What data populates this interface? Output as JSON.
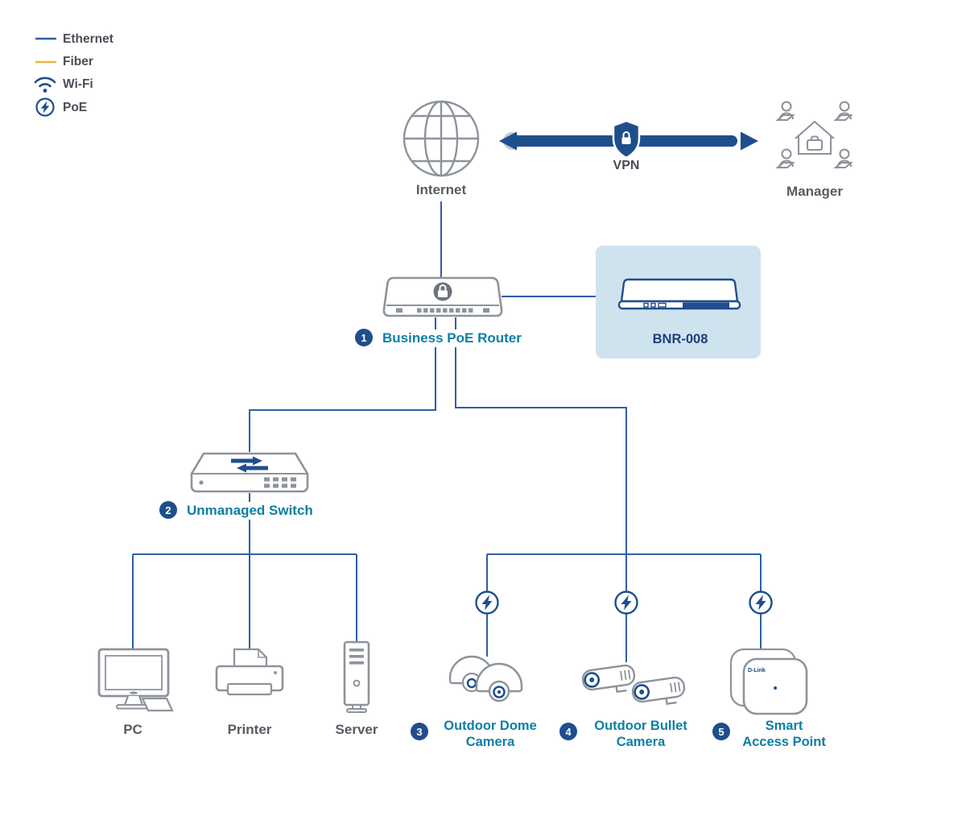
{
  "colors": {
    "ethernet_line": "#2e5fa7",
    "fiber_line": "#e7b93c",
    "accent_navy": "#1f4e8c",
    "label_teal": "#0d7fa5",
    "text_gray": "#565b63",
    "device_gray": "#8d939c",
    "product_card_bg": "#cfe3ef",
    "product_text_navy": "#1c3f7d"
  },
  "legend": {
    "ethernet": "Ethernet",
    "fiber": "Fiber",
    "wifi": "Wi-Fi",
    "poe": "PoE"
  },
  "top": {
    "internet_label": "Internet",
    "vpn_label": "VPN",
    "manager_label": "Manager"
  },
  "router": {
    "badge": "1",
    "label": "Business PoE Router"
  },
  "product": {
    "label": "BNR-008"
  },
  "switch": {
    "badge": "2",
    "label": "Unmanaged Switch"
  },
  "endpoints": {
    "pc": "PC",
    "printer": "Printer",
    "server": "Server"
  },
  "poe_devices": {
    "dome": {
      "badge": "3",
      "line1": "Outdoor Dome",
      "line2": "Camera"
    },
    "bullet": {
      "badge": "4",
      "line1": "Outdoor Bullet",
      "line2": "Camera"
    },
    "ap": {
      "badge": "5",
      "line1": "Smart",
      "line2": "Access Point",
      "brand": "D-Link"
    }
  }
}
